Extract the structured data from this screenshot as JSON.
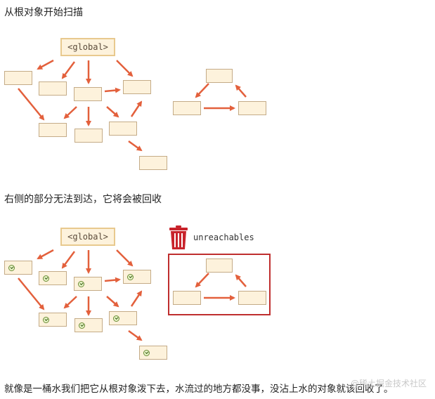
{
  "text": {
    "intro": "从根对象开始扫描",
    "middle": "右侧的部分无法到达，它将会被回收",
    "conclusion": "就像是一桶水我们把它从根对象泼下去，水流过的地方都没事，没沾上水的对象就该回收了。",
    "watermark": "@稀土掘金技术社区"
  },
  "diagram": {
    "root_label": "<global>",
    "unreachable_label": "unreachables"
  },
  "colors": {
    "arrow": "#e3603c",
    "box_fill": "#fdf2dc",
    "box_border": "#c4ab87",
    "frame": "#bf2e2e",
    "trash": "#c8232b"
  },
  "icons": {
    "reachable_marker": "check-circle-icon",
    "trash": "trash-can-icon"
  }
}
